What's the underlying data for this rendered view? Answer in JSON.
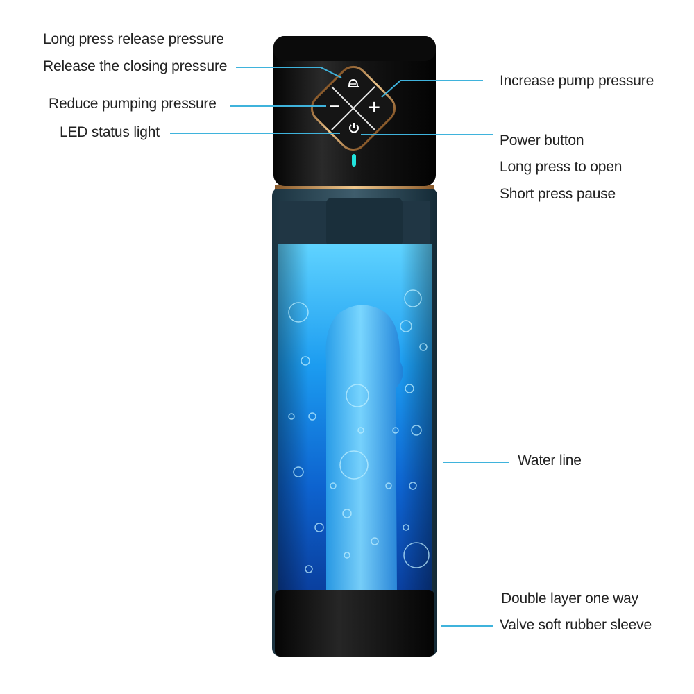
{
  "labels": {
    "long_press_release": "Long press release pressure",
    "release_closing": "Release the closing pressure",
    "reduce_pumping": "Reduce pumping pressure",
    "led_status": "LED status light",
    "increase_pump": "Increase pump pressure",
    "power_button": "Power button",
    "long_press_open": "Long press to open",
    "short_press_pause": "Short press pause",
    "water_line": "Water line",
    "double_layer": "Double layer one way",
    "valve_sleeve": "Valve soft rubber sleeve"
  },
  "buttons": {
    "minus": "−",
    "plus": "+"
  },
  "colors": {
    "callout_line": "#3fb3dc",
    "water_light": "#48c8ff",
    "water_dark": "#0a3f9e",
    "gold_trim": "#d6a66a",
    "led": "#22e3dd"
  },
  "icons": [
    "release-icon",
    "minus-icon",
    "plus-icon",
    "power-icon",
    "led-light-icon"
  ]
}
